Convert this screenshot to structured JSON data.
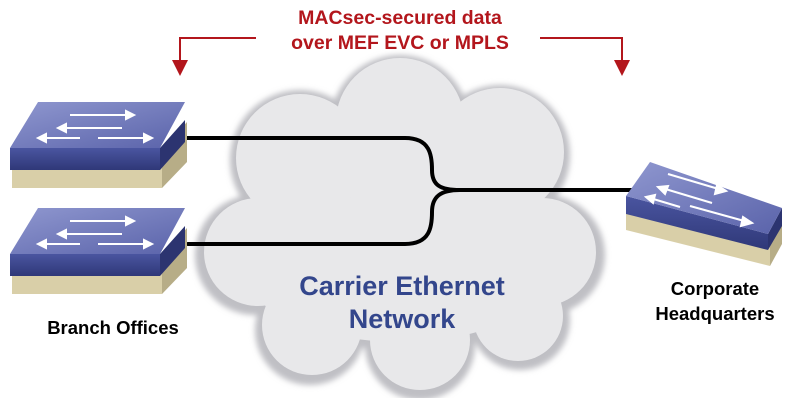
{
  "banner": {
    "line1": "MACsec-secured data",
    "line2": "over MEF EVC or MPLS",
    "color": "#b3161c"
  },
  "cloud": {
    "line1": "Carrier Ethernet",
    "line2": "Network",
    "text_color": "#33468c",
    "fill": "#e8e8ea"
  },
  "branch": {
    "label": "Branch Offices"
  },
  "hq": {
    "line1": "Corporate",
    "line2": "Headquarters"
  },
  "colors": {
    "switch_top": "#6a74b8",
    "switch_side": "#3e4990",
    "switch_base": "#d9cfa8",
    "link": "#000000"
  }
}
